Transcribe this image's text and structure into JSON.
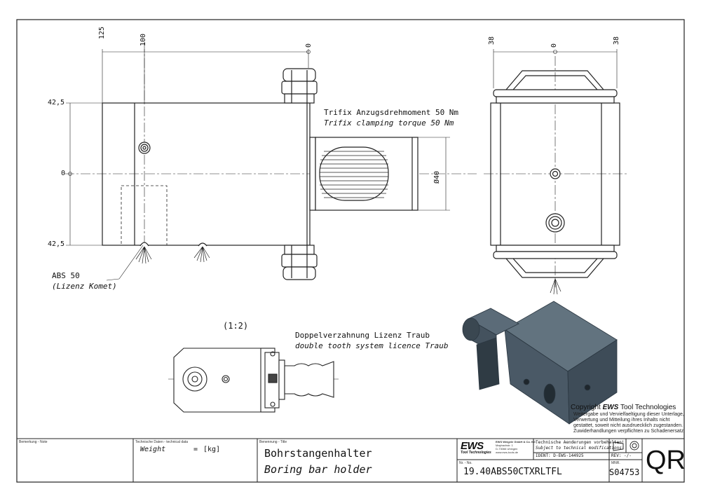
{
  "dims": {
    "top_125": "125",
    "top_100": "100",
    "top_0": "0",
    "left_top": "42,5",
    "left_mid": "0",
    "left_bot": "42,5",
    "diameter": "Ø40",
    "side_38_left": "38",
    "side_0": "0",
    "side_38_right": "38"
  },
  "notes": {
    "torque_de": "Trifix Anzugsdrehmoment  50 Nm",
    "torque_en": "Trifix clamping torque  50 Nm",
    "abs_de": "ABS 50",
    "abs_en": "(Lizenz Komet)",
    "scale": "(1:2)",
    "tooth_de": "Doppelverzahnung Lizenz Traub",
    "tooth_en": "double tooth system licence Traub"
  },
  "copyright": {
    "line1_prefix": "Copyright ",
    "line1_brand": "EWS",
    "line1_suffix": " Tool Technologies",
    "line2": "Weitergabe und Vervielfaeltigung dieser Unterlage,",
    "line3": "Verwertung und Mitteilung ihres Inhalts nicht",
    "line4": "gestattet, soweit nicht ausdruecklich zugestanden.",
    "line5": "Zuwiderhandlungen verpflichten zu Schadenersatz."
  },
  "titleblock": {
    "remark_label": "Bemerkung - Note",
    "techdata_label": "Technische Daten - technical data",
    "weight_label": "Weight",
    "weight_eq": "=",
    "weight_unit": "[kg]",
    "title_label": "Benennung - Title",
    "title_de": "Bohrstangenhalter",
    "title_en": "Boring bar holder",
    "logo": "EWS",
    "logo_sub": "Tool Technologies",
    "company_l1": "EWS Weigele GmbH & Co. KG",
    "company_l2": "Maybachstr. 1",
    "company_l3": "D-73066 Uhingen",
    "company_l4": "www.ews-tools.de",
    "change_de": "Technische Aenderungen vorbehalten!",
    "change_en": "Subject to technical modifications!",
    "ident": "IDENT:  D-EWS-144925",
    "rev": "REV:  -/-",
    "nr_label": "Nr. - No.",
    "part_number": "19.40ABS50CTXRLTFL",
    "mnr_label": "MNR.",
    "mnr": "S04753",
    "qr": "QR"
  }
}
